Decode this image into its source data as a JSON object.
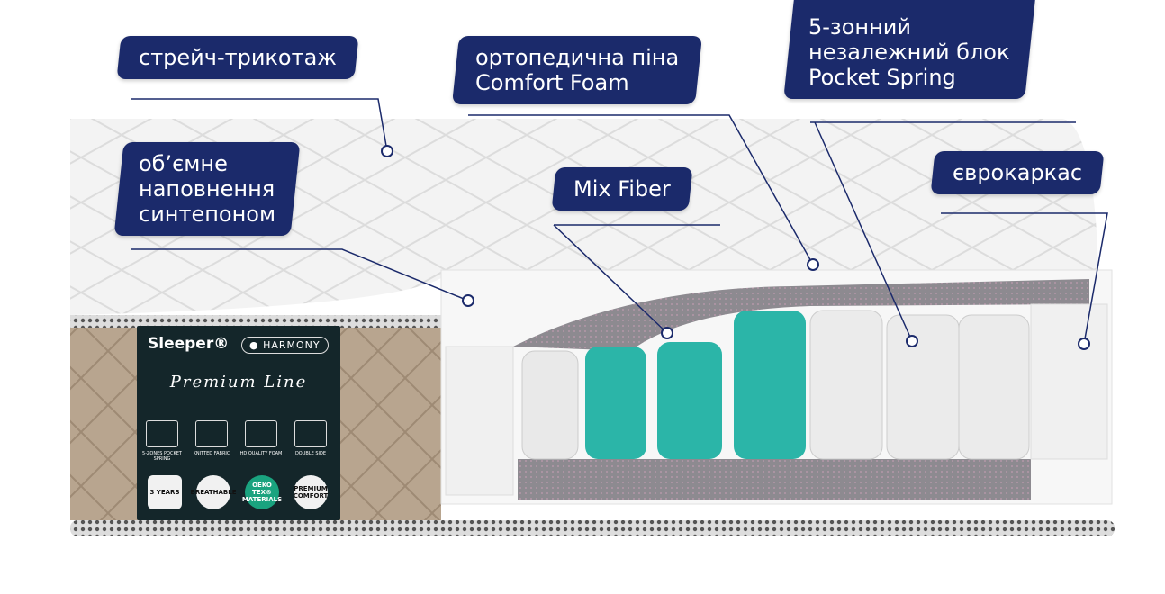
{
  "colors": {
    "callout_bg": "#1b2a6b",
    "callout_text": "#ffffff",
    "spring_accent": "#2bb5a8",
    "tag_bg": "#14262a"
  },
  "callouts": [
    {
      "id": "stretch-knit",
      "lines": [
        "стрейч-трикотаж"
      ]
    },
    {
      "id": "comfort-foam",
      "lines": [
        "ортопедична піна",
        "Comfort Foam"
      ]
    },
    {
      "id": "pocket-spring",
      "lines": [
        "5-зонний",
        "незалежний блок",
        "Pocket Spring"
      ]
    },
    {
      "id": "synthetic-fill",
      "lines": [
        "об’ємне",
        "наповнення",
        "синтепоном"
      ]
    },
    {
      "id": "mix-fiber",
      "lines": [
        "Mix Fiber"
      ]
    },
    {
      "id": "euro-frame",
      "lines": [
        "єврокаркас"
      ]
    }
  ],
  "tag": {
    "brand": "Sleeper®",
    "model": "● HARMONY",
    "line": "Premium Line",
    "features": [
      "5-ZONES POCKET SPRING",
      "KNITTED FABRIC",
      "HD QUALITY FOAM",
      "DOUBLE SIDE"
    ],
    "badges": [
      "3 YEARS",
      "BREATHABLE",
      "OEKO TEX® MATERIALS",
      "PREMIUM COMFORT"
    ]
  }
}
